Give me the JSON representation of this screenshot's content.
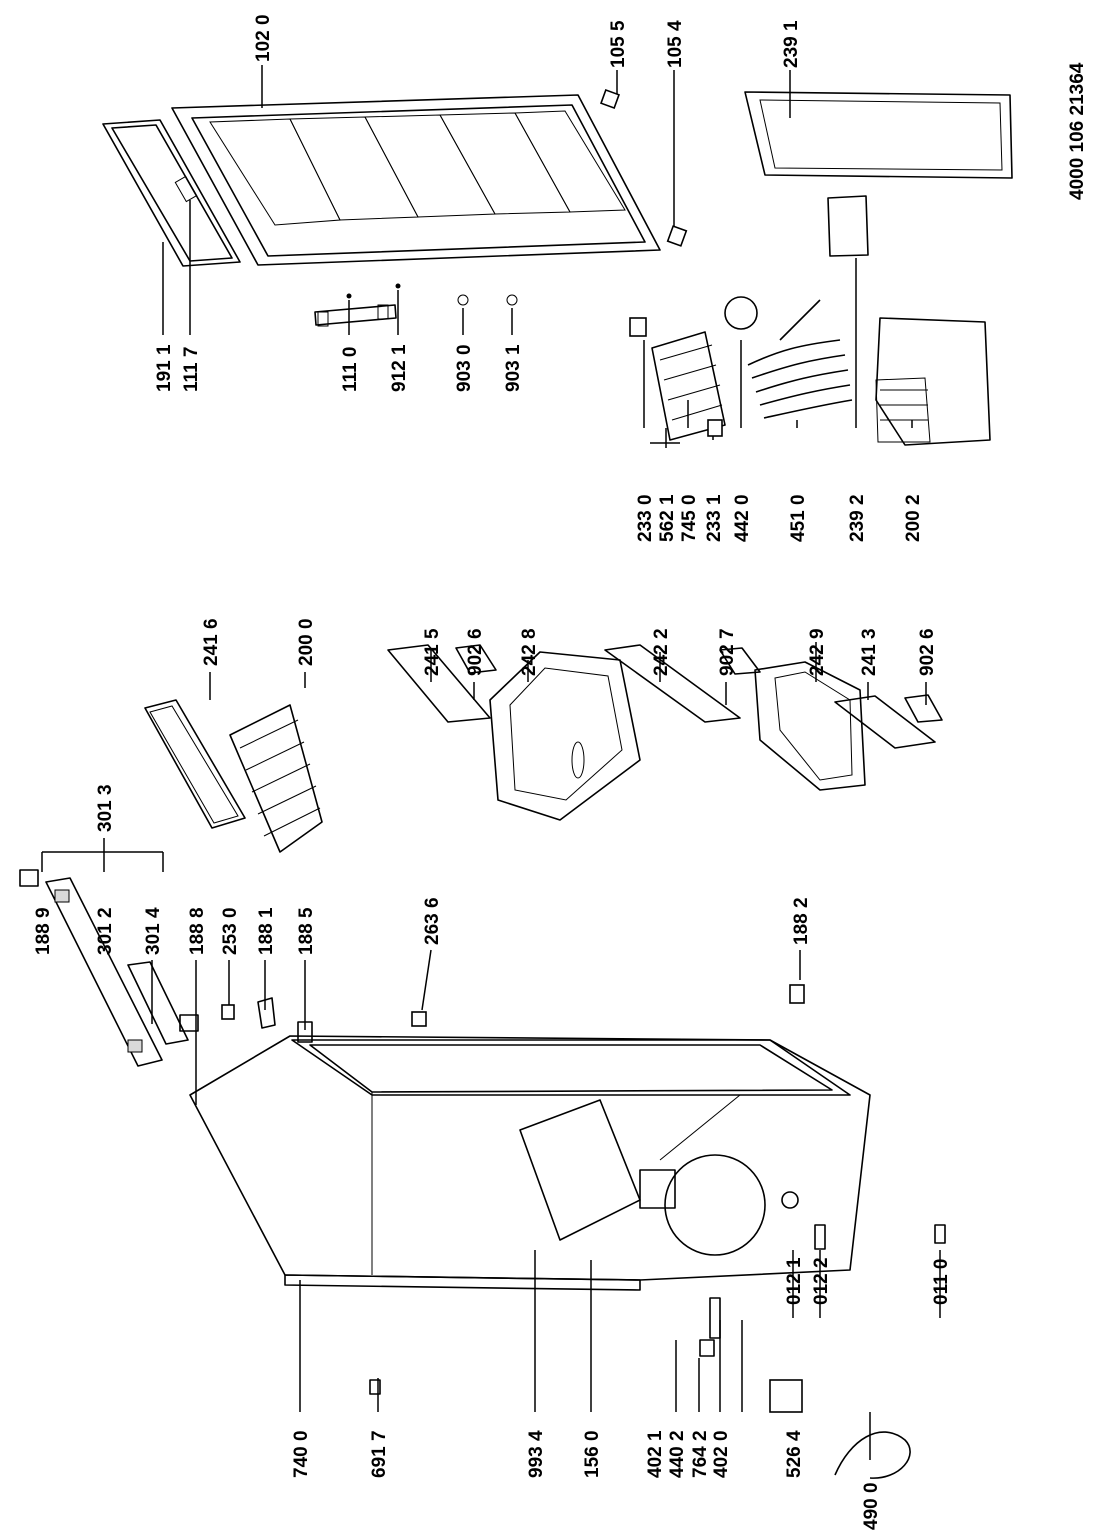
{
  "doc_code": "4000 106 21364",
  "labels": {
    "l1020": "102 0",
    "l1055": "105 5",
    "l1054": "105 4",
    "l2391": "239 1",
    "l1911": "191 1",
    "l1117": "111 7",
    "l1110": "111 0",
    "l9121": "912 1",
    "l9030": "903 0",
    "l9031": "903 1",
    "l2330": "233 0",
    "l5621": "562 1",
    "l7450": "745 0",
    "l2331": "233 1",
    "l4420": "442 0",
    "l4510": "451 0",
    "l2392": "239 2",
    "l2002": "200 2",
    "l2416": "241 6",
    "l2000": "200 0",
    "l2415": "241 5",
    "l9026a": "902 6",
    "l2428": "242 8",
    "l2422": "242 2",
    "l9027": "902 7",
    "l2429": "242 9",
    "l2413": "241 3",
    "l9026b": "902 6",
    "l3013": "301 3",
    "l1889": "188 9",
    "l3012": "301 2",
    "l3014": "301 4",
    "l1888": "188 8",
    "l2530": "253 0",
    "l1881": "188 1",
    "l1885": "188 5",
    "l2636": "263 6",
    "l1882": "188 2",
    "l7400": "740 0",
    "l6917": "691 7",
    "l9934": "993 4",
    "l1560": "156 0",
    "l4021": "402 1",
    "l4402": "440 2",
    "l7642": "764 2",
    "l4020": "402 0",
    "l5264": "526 4",
    "l4900": "490 0",
    "l0121": "012 1",
    "l0122": "012 2",
    "l0110": "011 0"
  }
}
